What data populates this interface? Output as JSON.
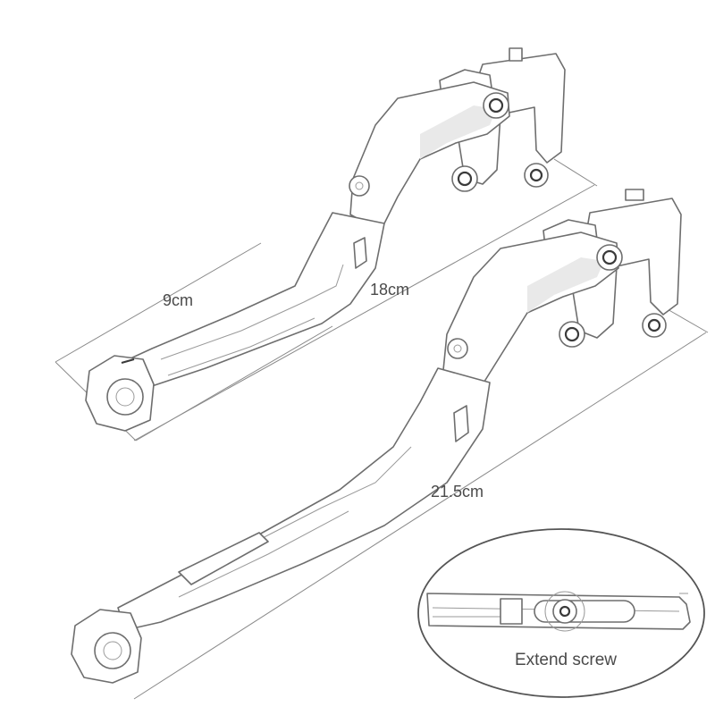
{
  "dimensions": {
    "short_width": "9cm",
    "short_length": "18cm",
    "long_length": "21.5cm"
  },
  "inset": {
    "caption": "Extend screw"
  },
  "colors": {
    "line": "#6e6e6e",
    "text": "#4a4a4a",
    "background": "#ffffff"
  }
}
